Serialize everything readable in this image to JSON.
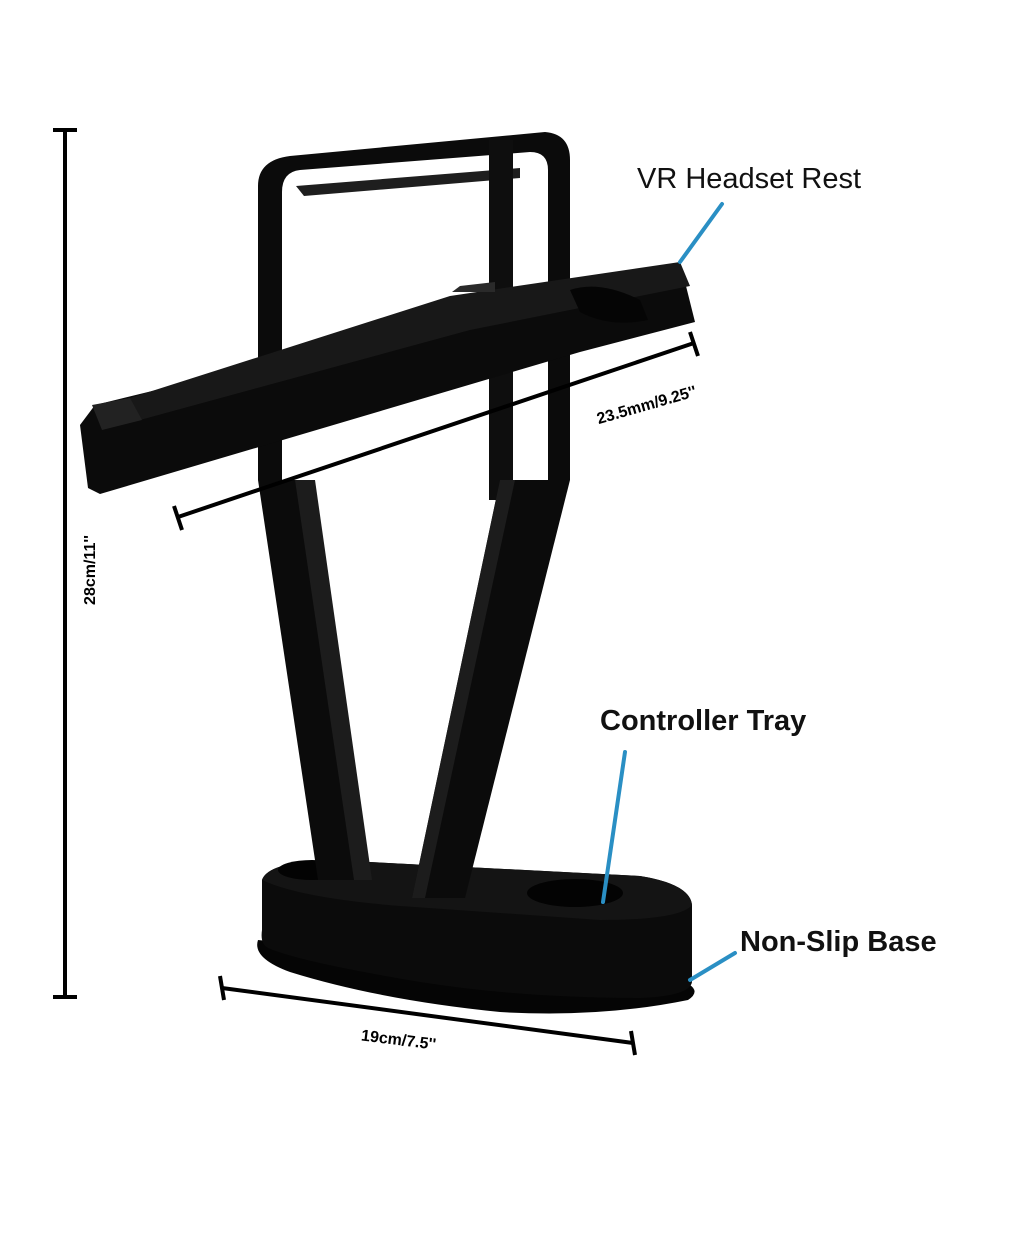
{
  "labels": {
    "headset_rest": "VR Headset Rest",
    "controller_tray": "Controller Tray",
    "non_slip_base": "Non-Slip Base"
  },
  "dimensions": {
    "height": "28cm/11''",
    "rest_width": "23.5mm/9.25''",
    "base_width": "19cm/7.5''"
  },
  "colors": {
    "product": "#0b0b0b",
    "product_highlight": "#262626",
    "callout_line": "#2a8fc4",
    "dimension_line": "#000000",
    "background": "#ffffff"
  }
}
